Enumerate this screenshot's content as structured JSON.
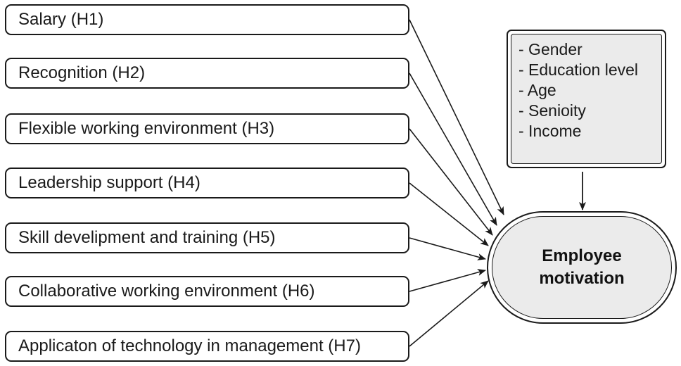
{
  "factors": [
    {
      "label": "Salary (H1)"
    },
    {
      "label": "Recognition (H2)"
    },
    {
      "label": "Flexible working environment (H3)"
    },
    {
      "label": "Leadership support (H4)"
    },
    {
      "label": "Skill develipment and training (H5)"
    },
    {
      "label": "Collaborative working environment (H6)"
    },
    {
      "label": "Applicaton of technology in management (H7)"
    }
  ],
  "controls": {
    "items": [
      "- Gender",
      "- Education level",
      "- Age",
      "- Senioity",
      "- Income"
    ]
  },
  "outcome": {
    "line1": "Employee",
    "line2": "motivation"
  },
  "colors": {
    "stroke": "#1a1a1a",
    "fill": "#ebebeb",
    "background": "#ffffff"
  }
}
